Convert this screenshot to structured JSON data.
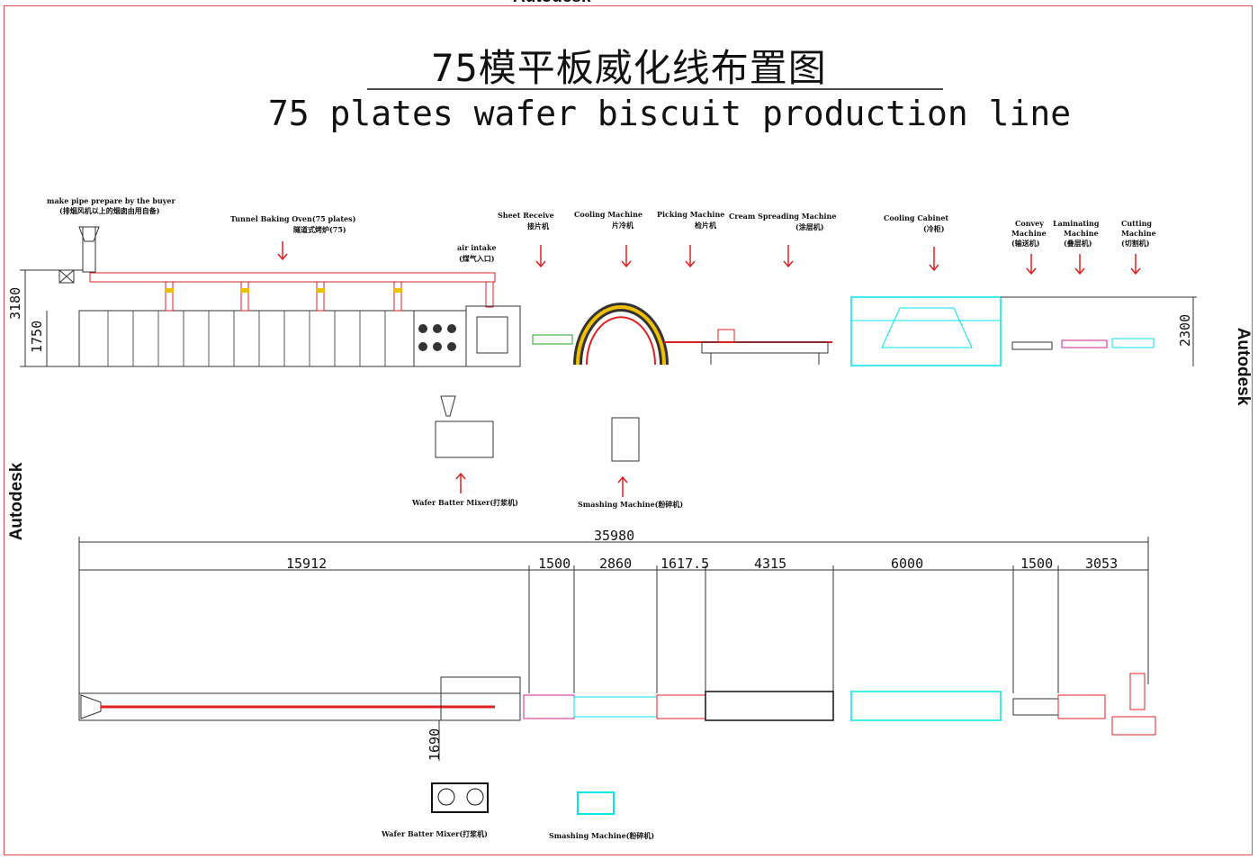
{
  "watermark": "Autodesk",
  "title_cn": "75模平板威化线布置图",
  "title_en": "75 plates wafer biscuit production line",
  "labels": {
    "make_pipe_en": "make pipe prepare by the buyer",
    "make_pipe_cn": "(排烟风机以上的烟囱由用自备)",
    "oven_en": "Tunnel Baking Oven(75 plates)",
    "oven_cn": "隧道式烤炉(75)",
    "air_en": "air intake",
    "air_cn": "(煤气入口)",
    "sheet_en": "Sheet Receive",
    "sheet_cn": "接片机",
    "cooling_en": "Cooling Machine",
    "cooling_cn": "片冷机",
    "picking_en": "Picking Machine",
    "picking_cn": "检片机",
    "cream_en": "Cream Spreading Machine",
    "cream_cn": "(涂层机)",
    "cabinet_en": "Cooling Cabinet",
    "cabinet_cn": "(冷柜)",
    "convey_1": "Convey",
    "convey_2": "Machine",
    "convey_cn": "(输送机)",
    "lam_1": "Laminating",
    "lam_2": "Machine",
    "lam_cn": "(叠层机)",
    "cut_1": "Cutting",
    "cut_2": "Machine",
    "cut_cn": "(切割机)",
    "mixer_top": "Wafer Batter Mixer(打浆机)",
    "smash_top": "Smashing Machine(粉碎机)",
    "mixer_bottom": "Wafer Batter Mixer(打浆机)",
    "smash_bottom": "Smashing Machine(粉碎机)"
  },
  "dimensions": {
    "h_3180": "3180",
    "h_1750": "1750",
    "h_2300": "2300",
    "total": "35980",
    "d1": "15912",
    "d2": "1500",
    "d3": "2860",
    "d4": "1617.5",
    "d5": "4315",
    "d6": "6000",
    "d7": "1500",
    "d8": "3053",
    "d_1690": "1690"
  },
  "colors": {
    "frame": "#e05050",
    "cyan": "#00e5ee",
    "red": "#e02020",
    "green": "#20a020"
  }
}
